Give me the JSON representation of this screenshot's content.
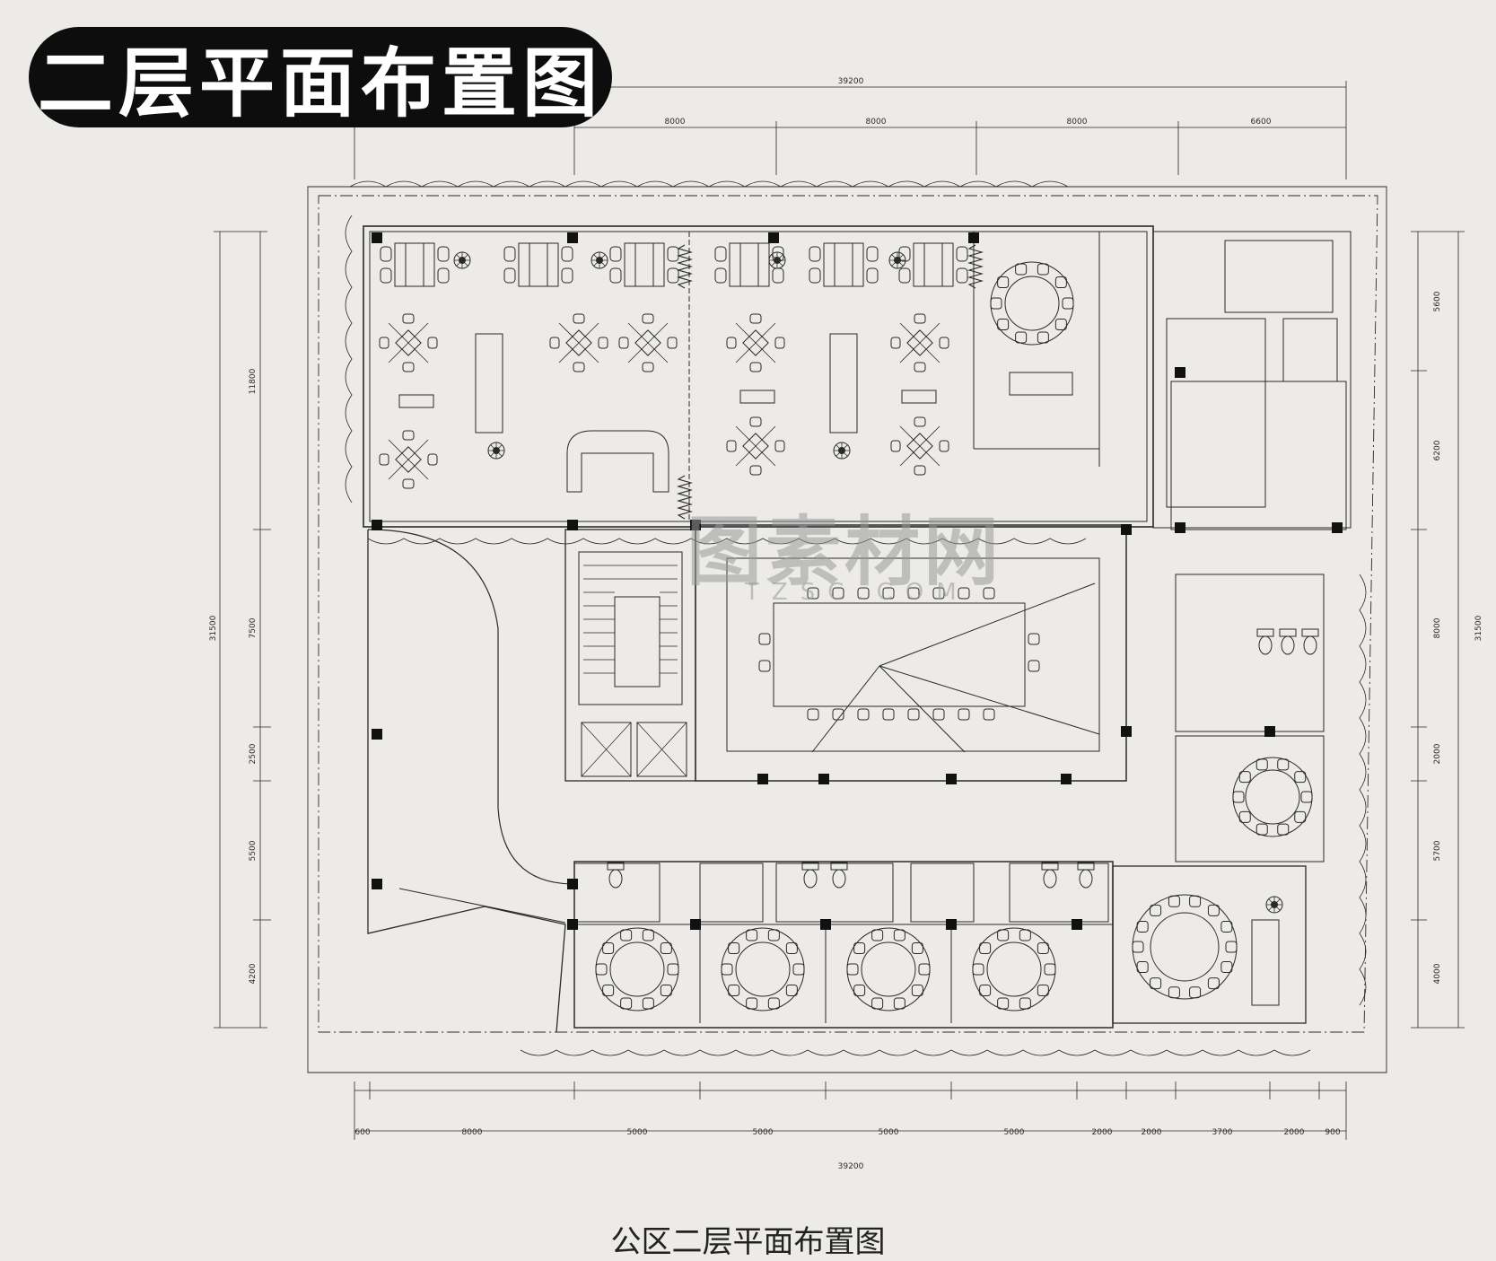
{
  "title": "二层平面布置图",
  "caption": "公区二层平面布置图",
  "watermark": {
    "main": "图素材网",
    "sub": "TZSC.COM"
  },
  "dimensions": {
    "top_total": "39200",
    "top_spans": [
      "8000",
      "8000",
      "8000",
      "6600"
    ],
    "bottom_total": "39200",
    "bottom_spans": [
      "600",
      "8000",
      "5000",
      "5000",
      "5000",
      "5000",
      "2000",
      "2000",
      "3700",
      "2000",
      "900"
    ],
    "left_total": "31500",
    "left_spans": [
      "11800",
      "7500",
      "2500",
      "5500",
      "4200"
    ],
    "right_total": "31500",
    "right_spans": [
      "5600",
      "6200",
      "8000",
      "2000",
      "5700",
      "4000"
    ]
  },
  "colors": {
    "line": "#2a2a2a",
    "paper": "#ecebe8",
    "title_bg": "#0d0d0d",
    "title_fg": "#ffffff"
  }
}
